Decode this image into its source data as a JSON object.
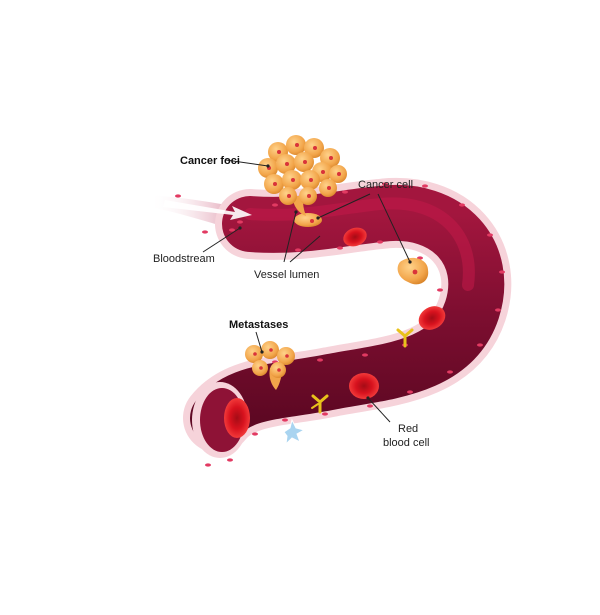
{
  "diagram": {
    "labels": {
      "cancer_foci": "Cancer foci",
      "cancer_cell": "Cancer cell",
      "bloodstream": "Bloodstream",
      "vessel_lumen": "Vessel lumen",
      "metastases": "Metastases",
      "red_blood_cell_line1": "Red",
      "red_blood_cell_line2": "blood cell"
    },
    "colors": {
      "vessel_wall": "#f4c9d2",
      "lumen_dark": "#7a0f2f",
      "lumen_mid": "#b3123c",
      "red_blood_cell": "#d8121e",
      "cancer_cell": "#f2a54a",
      "antibody": "#e8c21b",
      "white_cell": "#a9d4f0",
      "wall_dots": "#e23a62"
    }
  }
}
